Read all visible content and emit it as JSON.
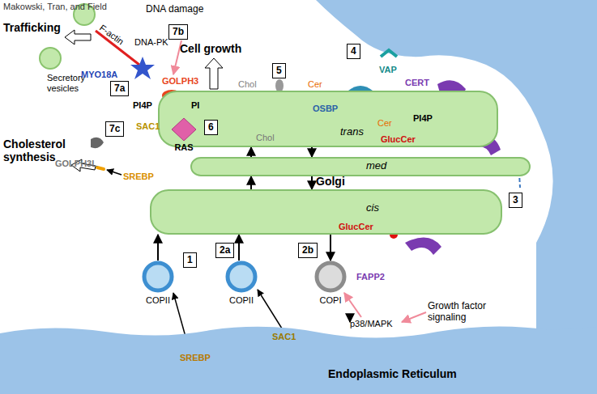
{
  "diagram": {
    "nodes": [
      {
        "text": [
          "trans"
        ]
      },
      {
        "text": [
          "med"
        ]
      },
      {
        "text": [
          "cis"
        ]
      },
      {
        "text": [
          "Endoplasmic Reticulum"
        ]
      },
      {
        "text": [
          "COPII"
        ]
      },
      {
        "text": [
          "COPII"
        ]
      },
      {
        "text": [
          "COPI"
        ]
      },
      {
        "text": [
          "RAS"
        ],
        "in": 0
      },
      {
        "text": [
          "7b"
        ]
      },
      {
        "text": [
          "7a"
        ]
      },
      {
        "text": [
          "7c"
        ]
      },
      {
        "text": [
          "6"
        ],
        "in": 0
      },
      {
        "text": [
          "5"
        ]
      },
      {
        "text": [
          "4"
        ]
      },
      {
        "text": [
          "3"
        ]
      },
      {
        "text": [
          "1"
        ]
      },
      {
        "text": [
          "2a"
        ]
      },
      {
        "text": [
          "2b"
        ]
      }
    ],
    "edges": [
      {
        "from": 4,
        "to": 2,
        "arrow": "to"
      },
      {
        "from": 5,
        "to": 2,
        "arrow": "to"
      },
      {
        "from": 2,
        "to": 1,
        "arrow": "to"
      },
      {
        "from": 1,
        "to": 0,
        "arrow": "to"
      },
      {
        "from": 0,
        "to": 1,
        "arrow": "to"
      },
      {
        "from": 1,
        "to": 2,
        "arrow": "to"
      },
      {
        "from": 2,
        "to": 6,
        "arrow": "to"
      },
      {
        "from": 6,
        "to": 3,
        "arrow": "to"
      }
    ],
    "labels": [
      "Makowski, Tran, and Field",
      "Trafficking",
      "Secretory vesicles",
      "DNA damage",
      "DNA-PK",
      "MYO18A",
      "F-actin",
      "GOLPH3",
      "PI4P",
      "SAC1",
      "PI",
      "GOLPH3L",
      "Cell growth",
      "Chol",
      "Chol",
      "OSBP",
      "Cer",
      "VAP",
      "CERT",
      "PI4P",
      "Cer",
      "GlucCer",
      "Golgi",
      "Cholesterol synthesis",
      "SREBP",
      "GlucCer",
      "FAPP2",
      "Growth factor signaling",
      "p38/MAPK",
      "SREBP",
      "SAC1"
    ]
  }
}
